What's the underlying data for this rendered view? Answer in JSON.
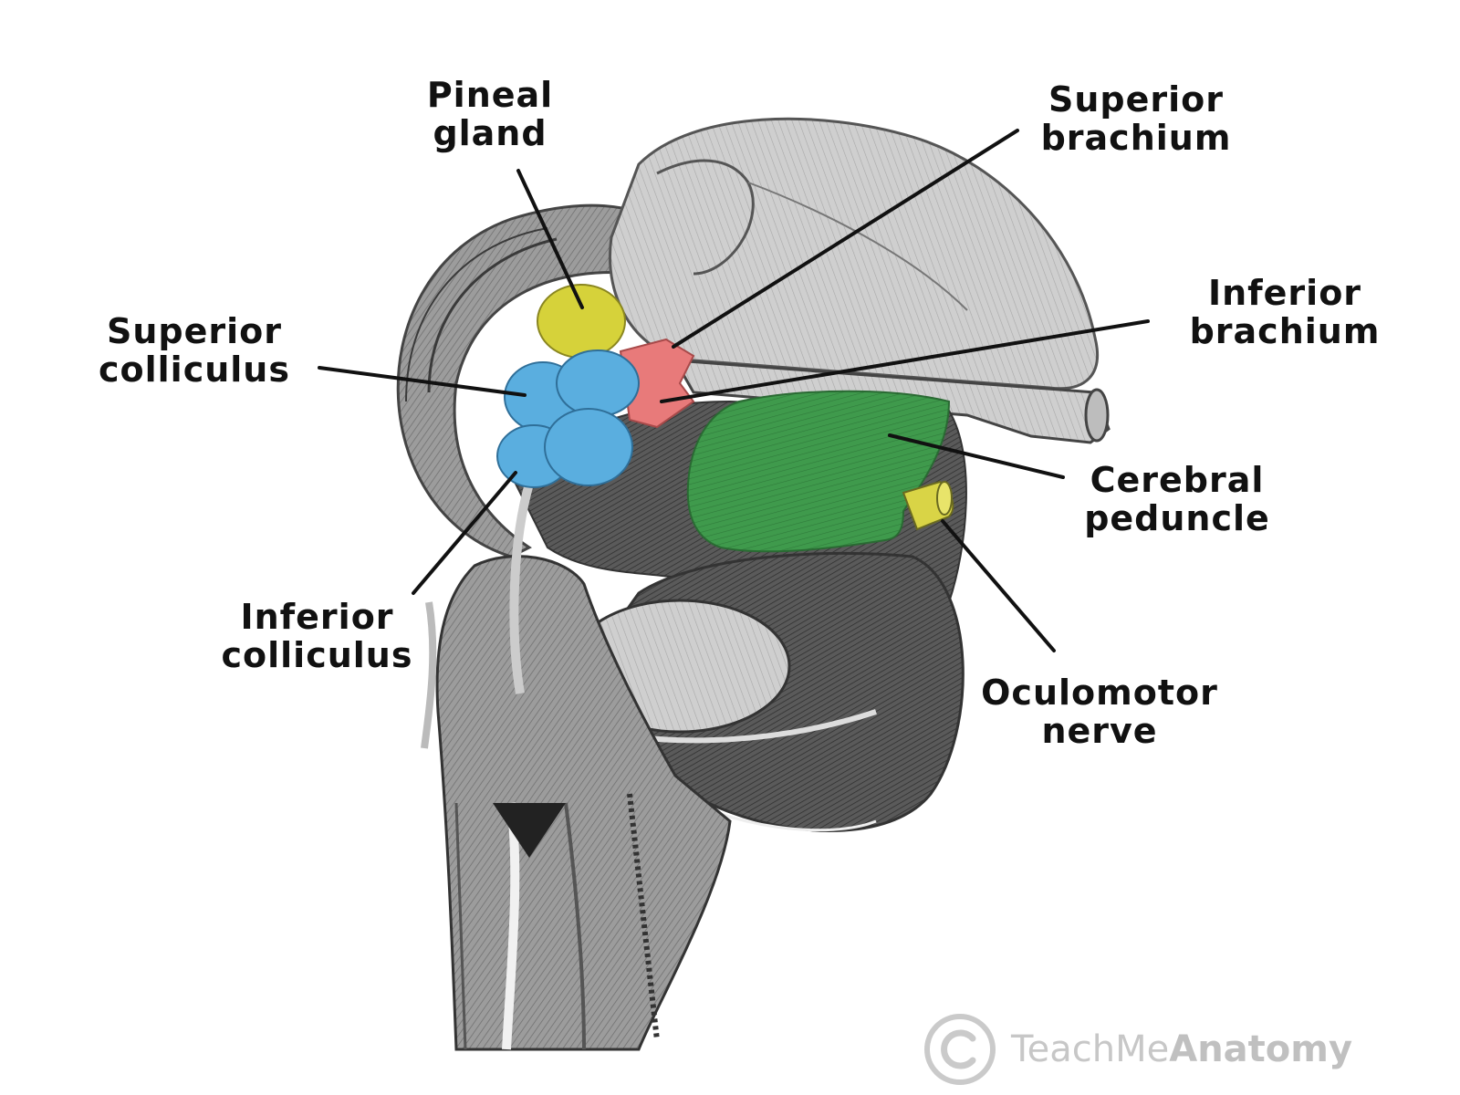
{
  "colors": {
    "pineal_gland": "#d6d23a",
    "superior_colliculus": "#5aaedf",
    "inferior_colliculus": "#5aaedf",
    "brachium": "#e87a7a",
    "cerebral_peduncle": "#3f9a4c",
    "oculomotor_nerve": "#d9d446",
    "line": "#111111"
  },
  "labels": {
    "pineal_gland": [
      "Pineal",
      "gland"
    ],
    "superior_brachium": [
      "Superior",
      "brachium"
    ],
    "superior_colliculus": [
      "Superior",
      "colliculus"
    ],
    "inferior_brachium": [
      "Inferior",
      "brachium"
    ],
    "cerebral_peduncle": [
      "Cerebral",
      "peduncle"
    ],
    "inferior_colliculus": [
      "Inferior",
      "colliculus"
    ],
    "oculomotor_nerve": [
      "Oculomotor",
      "nerve"
    ]
  },
  "watermark": {
    "icon": "copyright-icon",
    "text_light": "TeachMe",
    "text_bold": "Anatomy"
  }
}
